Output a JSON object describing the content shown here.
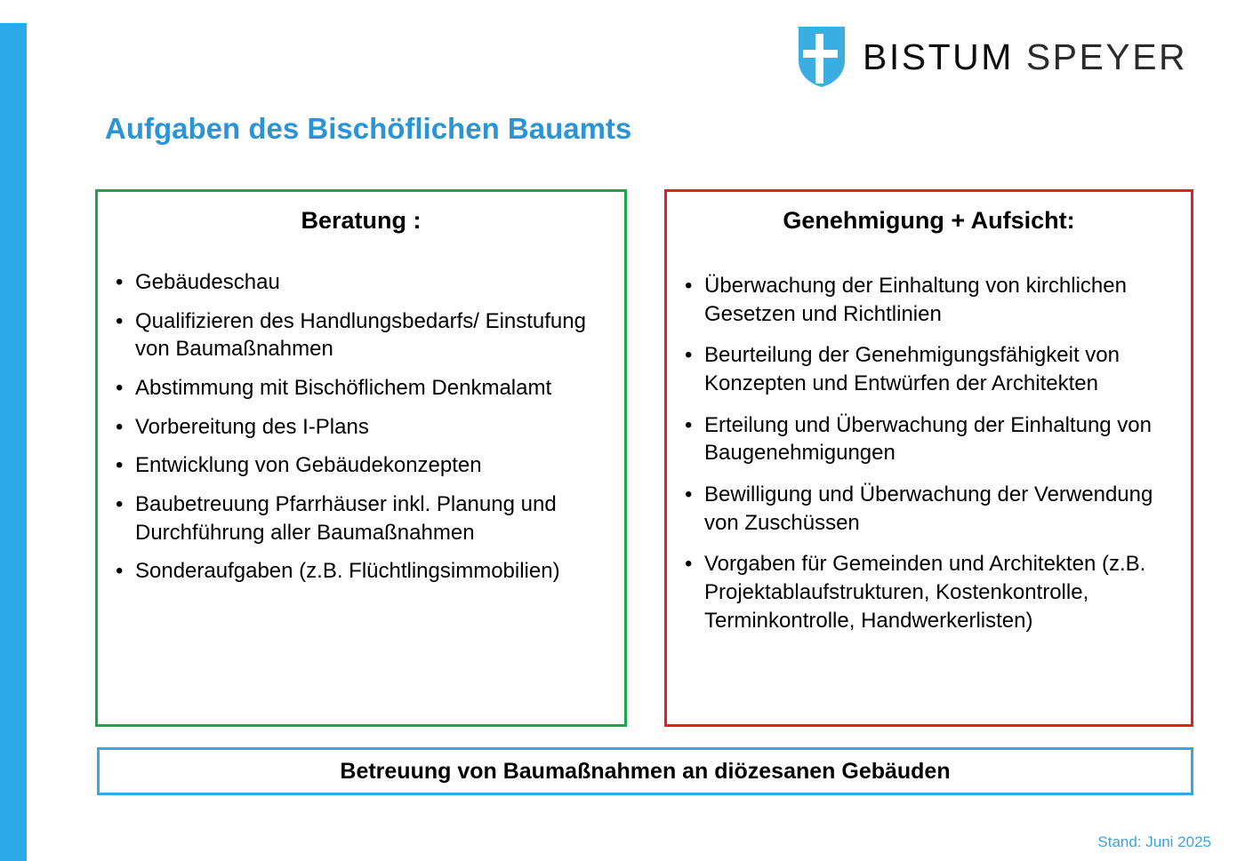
{
  "brand": {
    "logo_icon": "shield-cross-icon",
    "name_part1": "BISTUM",
    "name_part2": "SPEYER",
    "shield_color": "#3aaee0",
    "accent_bar_color": "#2aabe8"
  },
  "title": "Aufgaben des Bischöflichen Bauamts",
  "title_color": "#2b94d6",
  "panels": [
    {
      "heading": "Beratung :",
      "border_color": "#17a74a",
      "bullets": [
        "Gebäudeschau",
        "Qualifizieren des Handlungsbedarfs/ Einstufung von Baumaßnahmen",
        "Abstimmung mit Bischöflichem Denkmalamt",
        "Vorbereitung des I-Plans",
        "Entwicklung von Gebäudekonzepten",
        "Baubetreuung Pfarrhäuser inkl. Planung und Durchführung aller Baumaßnahmen",
        "Sonderaufgaben (z.B. Flüchtlingsimmobilien)"
      ]
    },
    {
      "heading": "Genehmigung + Aufsicht:",
      "border_color": "#ee1c1c",
      "bullets": [
        "Überwachung der Einhaltung von kirchlichen Gesetzen und Richtlinien",
        "Beurteilung der Genehmigungsfähigkeit von Konzepten und Entwürfen der Architekten",
        "Erteilung  und Überwachung der Einhaltung von Baugenehmigungen",
        "Bewilligung und Überwachung der Verwendung von Zuschüssen",
        "Vorgaben für Gemeinden und Architekten (z.B. Projektablaufstrukturen, Kostenkontrolle, Terminkontrolle, Handwerkerlisten)"
      ]
    }
  ],
  "banner": {
    "text": "Betreuung von Baumaßnahmen an diözesanen Gebäuden",
    "border_color": "#34a8e0"
  },
  "footer": {
    "status": "Stand: Juni 2025",
    "color": "#3ba4dd"
  },
  "bullet_glyph": "•"
}
